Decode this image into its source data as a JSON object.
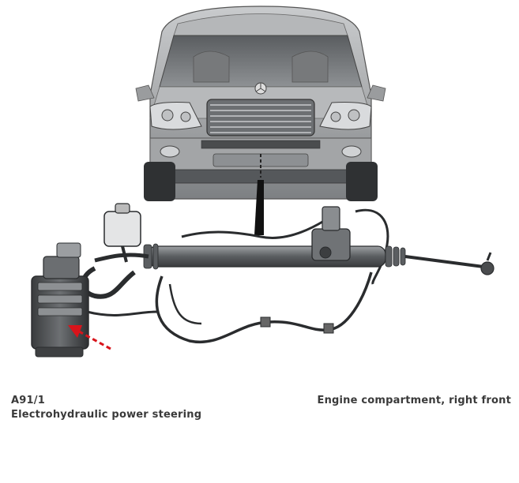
{
  "caption": {
    "component_code": "A91/1",
    "component_name": "Electrohydraulic power steering",
    "location": "Engine compartment, right front"
  },
  "illustration": {
    "subjects": [
      "car-front-view",
      "power-steering-assembly"
    ],
    "arrow_color": "#d8141b",
    "line_art_color": "#333333"
  }
}
